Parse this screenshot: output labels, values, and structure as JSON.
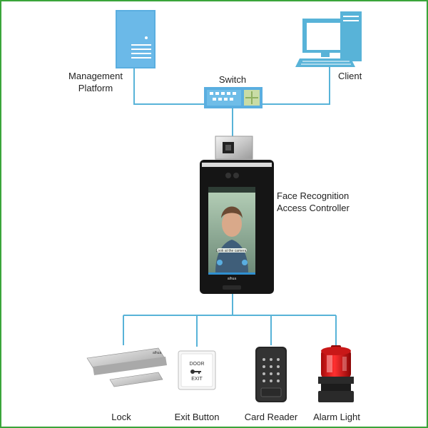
{
  "nodes": {
    "management_platform": {
      "label_line1": "Management",
      "label_line2": "Platform"
    },
    "client": {
      "label": "Client"
    },
    "switch": {
      "label": "Switch"
    },
    "controller": {
      "label_line1": "Face Recognition",
      "label_line2": "Access Controller",
      "screen_caption": "Look at the camera",
      "brand": "alhua"
    },
    "lock": {
      "label": "Lock"
    },
    "exit_button": {
      "label": "Exit Button",
      "plate_top": "DOOR",
      "plate_bottom": "EXIT"
    },
    "card_reader": {
      "label": "Card Reader"
    },
    "alarm_light": {
      "label": "Alarm Light"
    }
  },
  "colors": {
    "line": "#58b3d8",
    "server": "#5aaee0",
    "frame": "#3aa53a"
  }
}
